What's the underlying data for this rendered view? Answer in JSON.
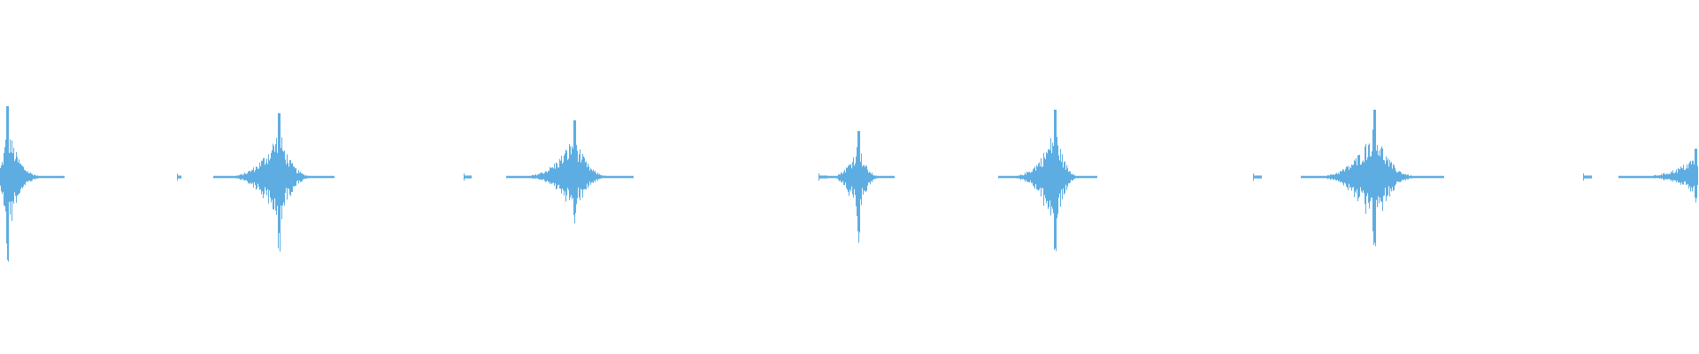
{
  "waveform": {
    "color": "#5dade2",
    "background": "#ffffff",
    "baseline": 0,
    "bursts": [
      {
        "center": 0.004,
        "peak_above": 0.2,
        "peak_below": 0.21,
        "attack": 0.01,
        "decay": 0.033,
        "pre": null
      },
      {
        "center": 0.164,
        "peak_above": 0.18,
        "peak_below": 0.18,
        "attack": 0.038,
        "decay": 0.032,
        "pre": [
          0.1045,
          0.106
        ]
      },
      {
        "center": 0.338,
        "peak_above": 0.16,
        "peak_below": 0.12,
        "attack": 0.04,
        "decay": 0.034,
        "pre": [
          0.273,
          0.277
        ]
      },
      {
        "center": 0.505,
        "peak_above": 0.13,
        "peak_below": 0.17,
        "attack": 0.022,
        "decay": 0.021,
        "pre": [
          0.482,
          0.486
        ]
      },
      {
        "center": 0.621,
        "peak_above": 0.19,
        "peak_below": 0.2,
        "attack": 0.033,
        "decay": 0.024,
        "pre": null
      },
      {
        "center": 0.809,
        "peak_above": 0.19,
        "peak_below": 0.19,
        "attack": 0.043,
        "decay": 0.04,
        "pre": [
          0.738,
          0.742
        ]
      },
      {
        "center": 0.998,
        "peak_above": 0.08,
        "peak_below": 0.06,
        "attack": 0.045,
        "decay": 0.0,
        "pre": [
          0.932,
          0.936
        ]
      }
    ]
  }
}
